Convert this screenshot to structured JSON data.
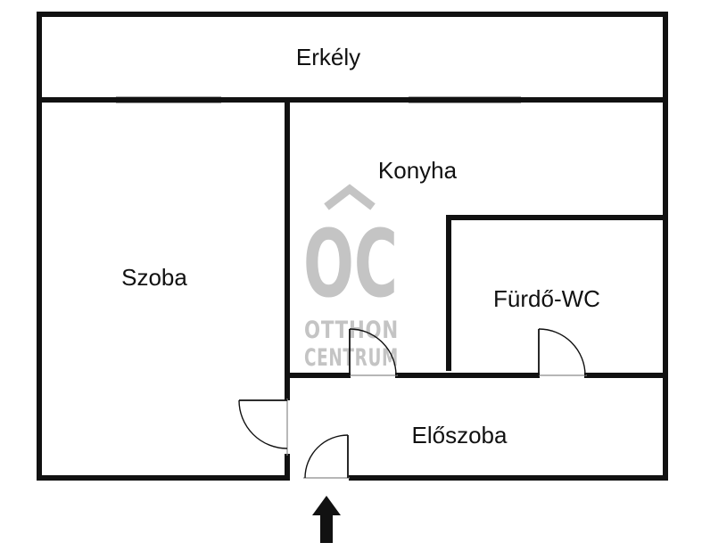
{
  "rooms": {
    "balcony": "Erkély",
    "kitchen": "Konyha",
    "room": "Szoba",
    "bathroom": "Fürdő-WC",
    "hall": "Előszoba"
  },
  "watermark": {
    "logo": "OC",
    "line1": "OTTHON",
    "line2": "CENTRUM"
  },
  "colors": {
    "wall": "#111111",
    "window": "#8a8a8a",
    "watermark": "#c4c4c4"
  }
}
